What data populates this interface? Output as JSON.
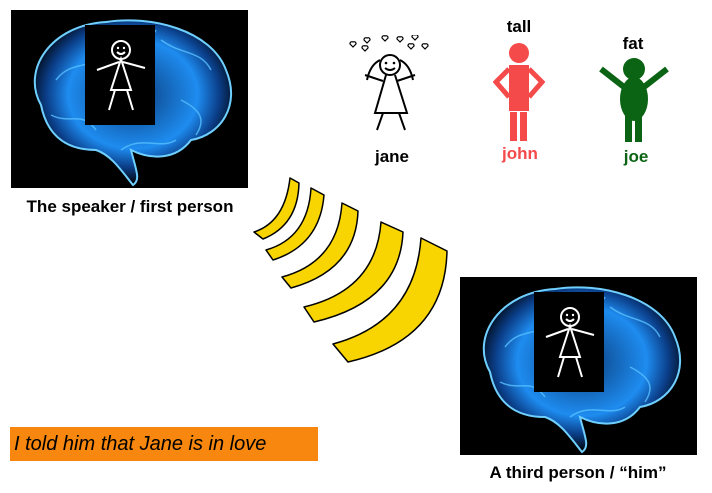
{
  "speaker": {
    "label": "The speaker / first person"
  },
  "listener": {
    "label": "A third person / “him”"
  },
  "characters": [
    {
      "name": "jane",
      "descriptor": "",
      "color": "#000000"
    },
    {
      "name": "john",
      "descriptor": "tall",
      "color": "#f54a4a"
    },
    {
      "name": "joe",
      "descriptor": "fat",
      "color": "#0b6414"
    }
  ],
  "utterance": "I told him that Jane is in love",
  "colors": {
    "soundwave": "#f8d400",
    "utterance_bg": "#f7870f",
    "brain_glow": "#1a8cff"
  }
}
